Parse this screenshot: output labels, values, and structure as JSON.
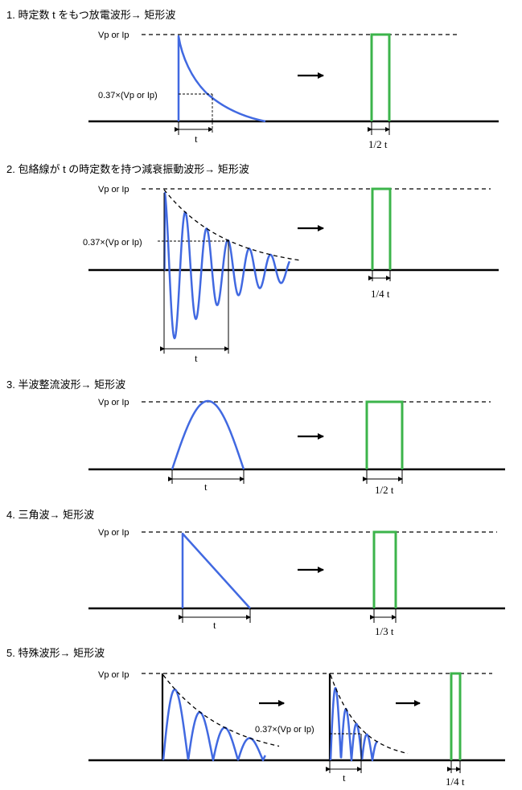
{
  "sections": [
    {
      "title": "1. 時定数 t をもつ放電波形→  矩形波",
      "peak_label": "Vp or Ip",
      "level_label": "0.37×(Vp or Ip)",
      "interval_label": "t",
      "pulse_label": "1/2 t"
    },
    {
      "title": "2. 包絡線が t の時定数を持つ減衰振動波形→  矩形波",
      "peak_label": "Vp or Ip",
      "level_label": "0.37×(Vp or Ip)",
      "interval_label": "t",
      "pulse_label": "1/4 t"
    },
    {
      "title": "3. 半波整流波形→  矩形波",
      "peak_label": "Vp or Ip",
      "interval_label": "t",
      "pulse_label": "1/2 t"
    },
    {
      "title": "4. 三角波→  矩形波",
      "peak_label": "Vp or Ip",
      "interval_label": "t",
      "pulse_label": "1/3 t"
    },
    {
      "title": "5. 特殊波形→  矩形波",
      "peak_label": "Vp or Ip",
      "level_label": "0.37×(Vp or Ip)",
      "interval_label": "t",
      "pulse_label": "1/4 t"
    }
  ],
  "colors": {
    "waveform": "#4169e1",
    "rectangle": "#3cb44b",
    "lines": "#000000"
  }
}
